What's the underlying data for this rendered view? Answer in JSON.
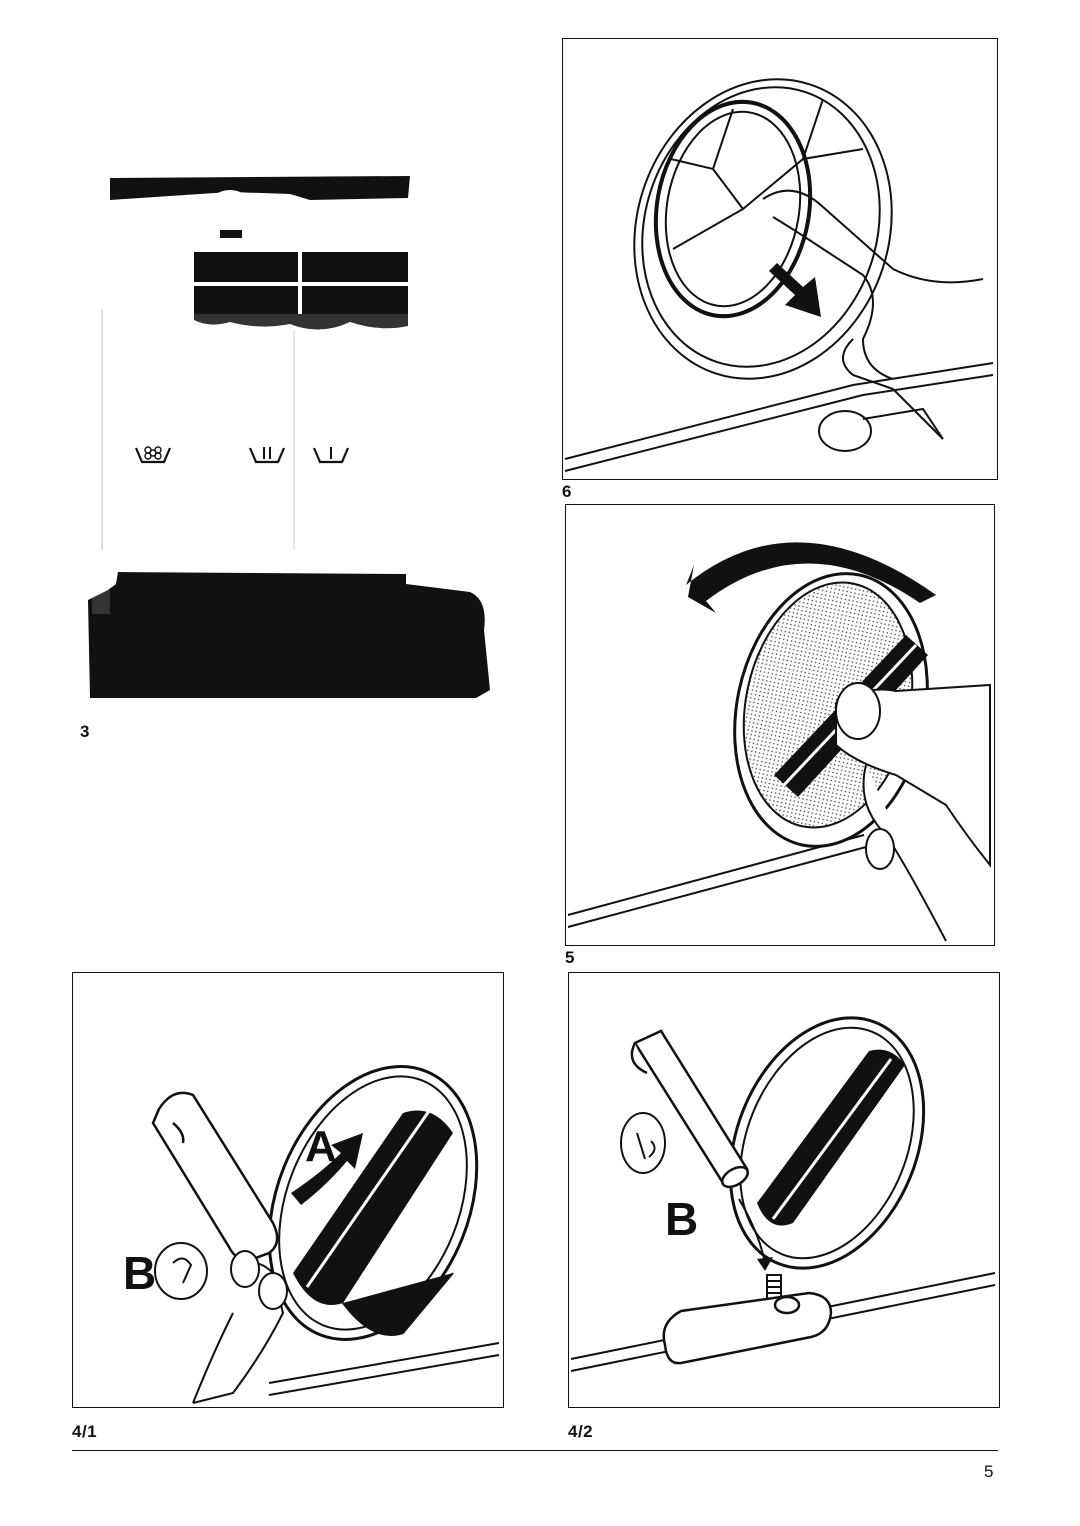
{
  "figures": {
    "fig3": {
      "label": "3",
      "compartments": [
        "flower",
        "II",
        "I"
      ]
    },
    "fig6": {
      "label": "6"
    },
    "fig5": {
      "label": "5"
    },
    "fig4_1": {
      "label": "4/1",
      "letters": {
        "a": "A",
        "b": "B"
      }
    },
    "fig4_2": {
      "label": "4/2",
      "letters": {
        "b": "B"
      }
    }
  },
  "footer": {
    "page_number": "5"
  },
  "colors": {
    "ink": "#111111",
    "paper": "#ffffff"
  }
}
